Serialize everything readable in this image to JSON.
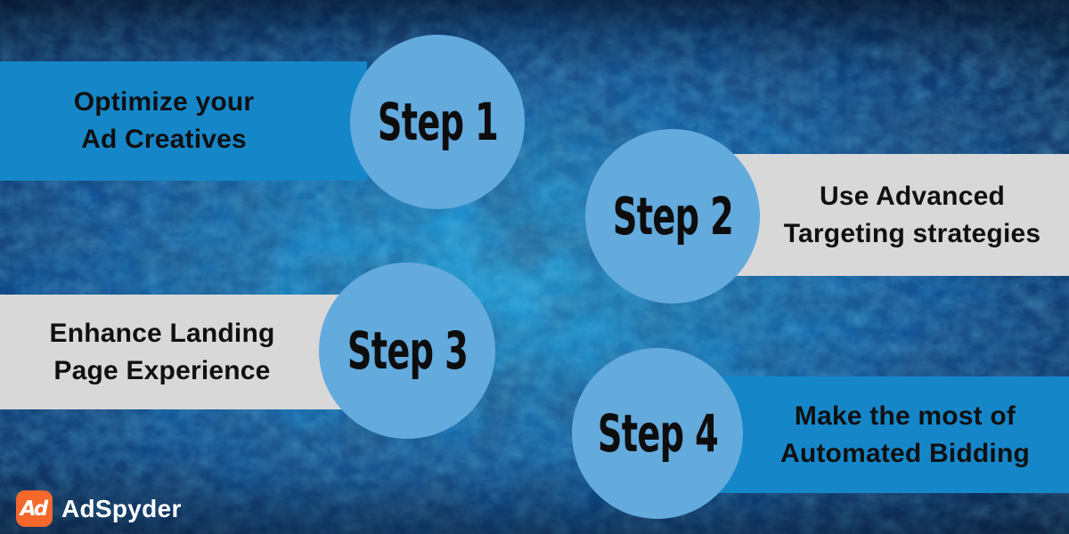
{
  "background": {
    "glow_color": "#27a3dc",
    "mid_color": "#12589c",
    "edge_color": "#082448"
  },
  "circle_color": "#63aadd",
  "step_text_color": "#0d0d0d",
  "steps": [
    {
      "label": "Step 1",
      "title_lines": [
        "Optimize your",
        "Ad Creatives"
      ],
      "banner_color": "#1587c9",
      "side": "left"
    },
    {
      "label": "Step 2",
      "title_lines": [
        "Use Advanced",
        "Targeting strategies"
      ],
      "banner_color": "#d8d8d8",
      "side": "right"
    },
    {
      "label": "Step 3",
      "title_lines": [
        "Enhance Landing",
        "Page Experience"
      ],
      "banner_color": "#d8d8d8",
      "side": "left"
    },
    {
      "label": "Step 4",
      "title_lines": [
        "Make the most of",
        "Automated Bidding"
      ],
      "banner_color": "#1587c9",
      "side": "right"
    }
  ],
  "logo": {
    "icon_text": "Ad",
    "icon_color": "#f4682c",
    "wordmark": "AdSpyder"
  }
}
